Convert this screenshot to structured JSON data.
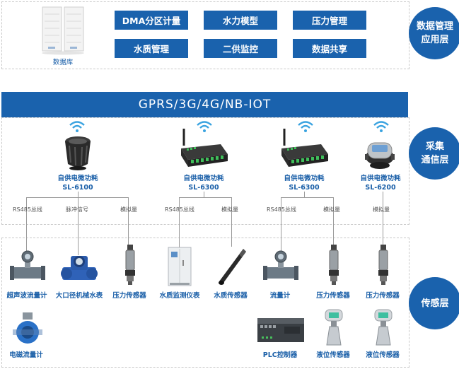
{
  "layers": {
    "mgmt": "数据管理\n应用层",
    "comm": "采集\n通信层",
    "sensor": "传感层"
  },
  "database": "数据库",
  "modules": [
    "DMA分区计量",
    "水力模型",
    "压力管理",
    "水质管理",
    "二供监控",
    "数据共享"
  ],
  "banner": "GPRS/3G/4G/NB-IOT",
  "gateways": [
    {
      "name": "自供电微功耗\nSL-6100"
    },
    {
      "name": "自供电微功耗\nSL-6300"
    },
    {
      "name": "自供电微功耗\nSL-6300"
    },
    {
      "name": "自供电微功耗\nSL-6200"
    }
  ],
  "buses": {
    "g1": [
      "RS485总线",
      "脉冲信号",
      "模拟量"
    ],
    "g2": [
      "RS485总线",
      "模拟量"
    ],
    "g3": [
      "RS485总线",
      "模拟量"
    ],
    "g4": [
      "模拟量"
    ]
  },
  "sensors": {
    "ultrasonic": "超声波流量计",
    "large_meter": "大口径机械水表",
    "pressure1": "压力传感器",
    "wq_monitor": "水质监测仪表",
    "wq_sensor": "水质传感器",
    "flowmeter": "流量计",
    "pressure2": "压力传感器",
    "pressure3": "压力传感器",
    "em_flow": "电磁流量计",
    "plc": "PLC控制器",
    "level1": "液位传感器",
    "level2": "液位传感器"
  },
  "colors": {
    "primary": "#1a62ad",
    "accent": "#3aa3e0"
  }
}
